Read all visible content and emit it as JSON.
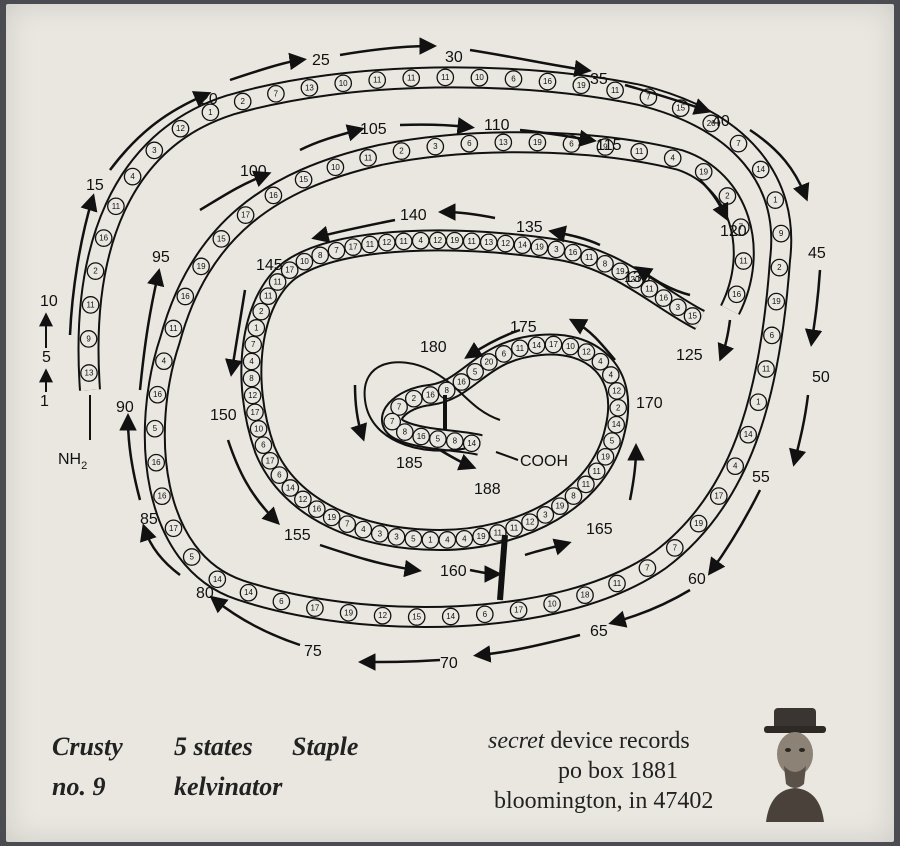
{
  "diagram": {
    "terminus_n": "NH",
    "terminus_n_sub": "2",
    "terminus_c": "COOH",
    "start_numbers": [
      "1",
      "5",
      "10"
    ],
    "outer_ticks": [
      "15",
      "20",
      "25",
      "30",
      "35",
      "40",
      "45",
      "50",
      "55",
      "60",
      "65",
      "70",
      "75",
      "80",
      "85",
      "90"
    ],
    "inner_ticks": [
      "95",
      "100",
      "105",
      "110",
      "115",
      "120",
      "125",
      "130",
      "135",
      "140",
      "145",
      "150",
      "155",
      "160",
      "165",
      "170",
      "175",
      "180",
      "185",
      "188"
    ],
    "residues_outer": [
      "13",
      "9",
      "11",
      "2",
      "16",
      "11",
      "4",
      "3",
      "12",
      "1",
      "2",
      "7",
      "13",
      "10",
      "11",
      "11",
      "11",
      "10",
      "6",
      "16",
      "19",
      "11",
      "7",
      "15",
      "20",
      "7",
      "14",
      "1",
      "9",
      "2",
      "19",
      "6",
      "11",
      "1",
      "14",
      "4",
      "17",
      "19",
      "7",
      "7",
      "11",
      "18",
      "10",
      "17",
      "6",
      "14",
      "15",
      "12",
      "19",
      "17",
      "6",
      "14",
      "14",
      "5",
      "17",
      "16",
      "16",
      "5",
      "16",
      "4",
      "11",
      "16",
      "19",
      "15",
      "17",
      "16",
      "15",
      "10",
      "11",
      "2",
      "3",
      "6",
      "13",
      "19",
      "6",
      "9",
      "11",
      "4",
      "19",
      "2",
      "7",
      "11",
      "16"
    ],
    "residues_inner": [
      "15",
      "3",
      "16",
      "11",
      "20",
      "19",
      "8",
      "11",
      "16",
      "3",
      "19",
      "14",
      "12",
      "13",
      "11",
      "19",
      "12",
      "4",
      "11",
      "12",
      "11",
      "17",
      "7",
      "8",
      "10",
      "17",
      "11",
      "11",
      "2",
      "1",
      "7",
      "4",
      "8",
      "12",
      "17",
      "10",
      "6",
      "17",
      "6",
      "14",
      "12",
      "16",
      "19",
      "7",
      "4",
      "3",
      "3",
      "5",
      "1",
      "4",
      "4",
      "19",
      "11",
      "11",
      "12",
      "3",
      "19",
      "8",
      "11",
      "11",
      "19",
      "5",
      "14",
      "2",
      "12",
      "4",
      "4",
      "12",
      "10",
      "17",
      "14",
      "11",
      "6",
      "20",
      "5",
      "16",
      "8",
      "16",
      "2",
      "7",
      "7",
      "8",
      "16",
      "5",
      "8",
      "14"
    ]
  },
  "labels": {
    "band_1": "Crusty",
    "band_2": "5 states",
    "band_3": "Staple",
    "band_4": "no. 9",
    "band_5": "kelvinator",
    "label_name_italic": "secret",
    "label_name_rest": " device records",
    "address_1": "po box 1881",
    "address_2": "bloomington, in 47402"
  }
}
